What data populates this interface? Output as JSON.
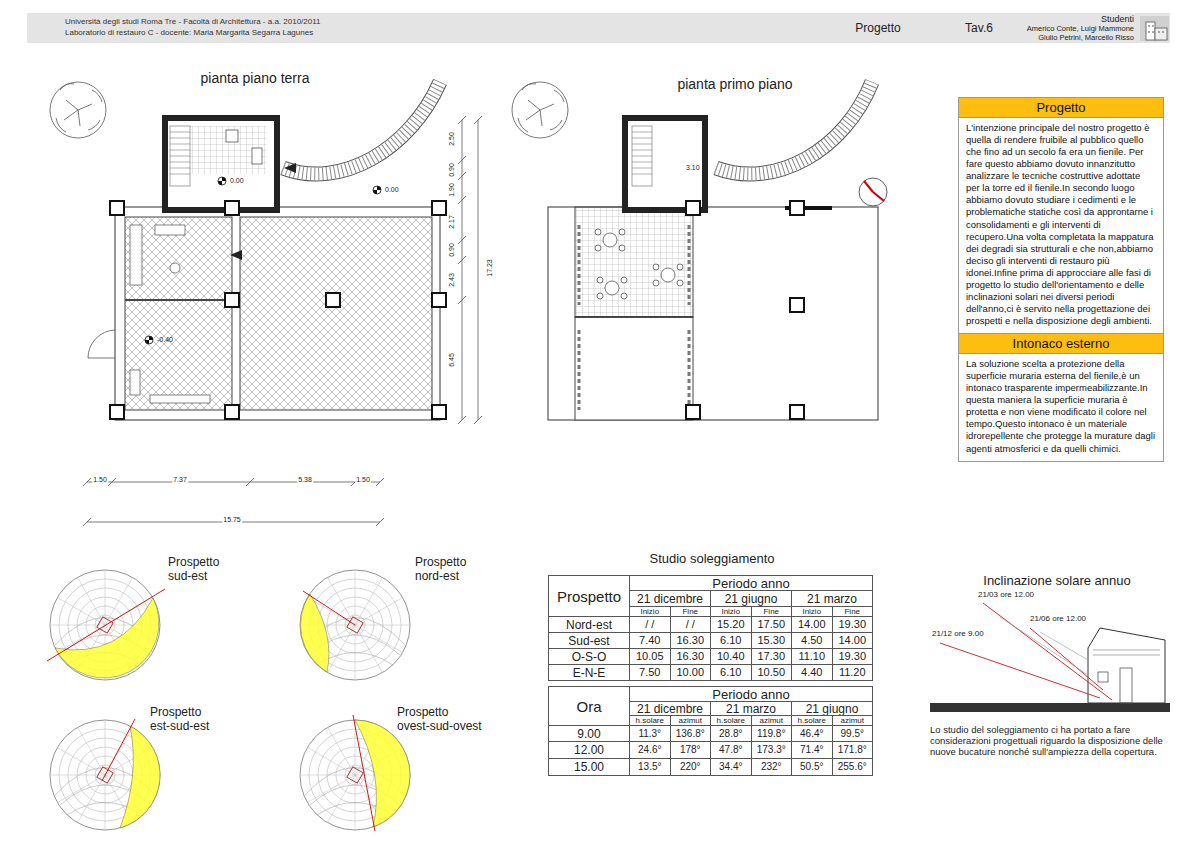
{
  "diagram": {
    "nodes": [
      {
        "text": [
          "Università degli studi Roma Tre - Facoltà di Architettura - a.a. 2010/2011",
          "Laboratorio di restauro C - docente: Maria Margarita Segarra Lagunes"
        ]
      },
      {
        "text": [
          "Progetto"
        ]
      },
      {
        "text": [
          "Tav.6"
        ]
      },
      {
        "text": [
          "Studenti",
          "Americo Conte, Luigi Mammone Giulio Petrini, Marcello Risso"
        ]
      },
      {
        "text": [
          "Progetto",
          "L'intenzione principale del nostro progetto è quella di rendere fruibile al pubblico quello che fino ad un secolo fa era un fienile. Per fare questo abbiamo dovuto innanzitutto analizzare le tecniche costruttive adottate per la torre ed il fienile.In secondo luogo abbiamo dovuto studiare i cedimenti e le problematiche statiche così da approntarne i consolidamenti e gli interventi di recupero.Una volta completata la mappatura dei degradi sia strutturali e che non,abbiamo deciso gli interventi di restauro più idonei.Infine prima di approcciare alle fasi di progetto lo studio dell'orientamento e delle inclinazioni solari nei diversi periodi dell'anno,ci è servito nella progettazione dei prospetti e nella disposizione degli ambienti."
        ]
      },
      {
        "text": [
          "Intonaco esterno",
          "La soluzione scelta a protezione della superficie muraria esterna del fienile,è un intonaco trasparente impermeabilizzante.In questa maniera la superficie muraria è protetta e non viene modificato il colore nel tempo.Questo intonaco è un materiale idrorepellente che protegge la murature dagli agenti atmosferici e da quelli chimici."
        ]
      }
    ],
    "labels": [
      "pianta piano terra",
      "pianta primo piano",
      "0.00",
      "0.00",
      "-0.40",
      "3.10",
      "2.50",
      "0.90",
      "1.90",
      "2.17",
      "0.90",
      "2.43",
      "6.45",
      "17.23",
      "1.50",
      "7.37",
      "5.38",
      "1.50",
      "15.75",
      "Prospetto sud-est",
      "Prospetto nord-est",
      "Prospetto est-sud-est",
      "Prospetto ovest-sud-ovest",
      "Studio soleggiamento",
      "Prospetto",
      "Periodo anno",
      "21 dicembre",
      "21 giugno",
      "21 marzo",
      "Inizio",
      "Fine",
      "Inizio",
      "Fine",
      "Inizio",
      "Fine",
      "Nord-est",
      "/ /",
      "/ /",
      "15.20",
      "17.50",
      "14.00",
      "19.30",
      "Sud-est",
      "7.40",
      "16.30",
      "6.10",
      "15.30",
      "4.50",
      "14.00",
      "O-S-O",
      "10.05",
      "16.30",
      "10.40",
      "17.30",
      "11.10",
      "19.30",
      "E-N-E",
      "7.50",
      "10.00",
      "6.10",
      "10.50",
      "4.40",
      "11.20",
      "Ora",
      "Periodo anno",
      "21 dicembre",
      "21 marzo",
      "21 giugno",
      "h.solare",
      "azimut",
      "h.solare",
      "azimut",
      "h.solare",
      "azimut",
      "9.00",
      "11.3°",
      "136.8°",
      "28.8°",
      "119.8°",
      "46.4°",
      "99.5°",
      "12.00",
      "24.6°",
      "178°",
      "47.8°",
      "173.3°",
      "71.4°",
      "171.8°",
      "15.00",
      "13.5°",
      "220°",
      "34.4°",
      "232°",
      "50.5°",
      "255.6°",
      "Inclinazione solare annuo",
      "21/03 ore 12.00",
      "21/06 ore 12.00",
      "21/12 ore 9.00",
      "Lo studio del soleggiamento ci ha portato a fare considerazioni progettuali riguardo la disposizione delle nuove bucature nonché sull'ampiezza della copertura."
    ]
  }
}
